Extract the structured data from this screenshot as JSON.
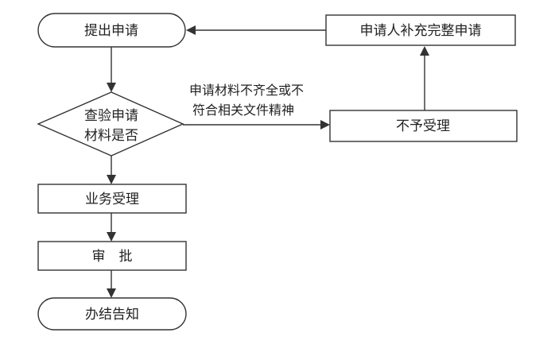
{
  "nodes": {
    "submit": "提出申请",
    "check_line1": "查验申请",
    "check_line2": "材料是否",
    "accept": "业务受理",
    "approve": "审　批",
    "notify": "办结告知",
    "supplement": "申请人补充完整申请",
    "reject": "不予受理"
  },
  "edges": {
    "incomplete_line1": "申请材料不齐全或不",
    "incomplete_line2": "符合相关文件精神"
  }
}
